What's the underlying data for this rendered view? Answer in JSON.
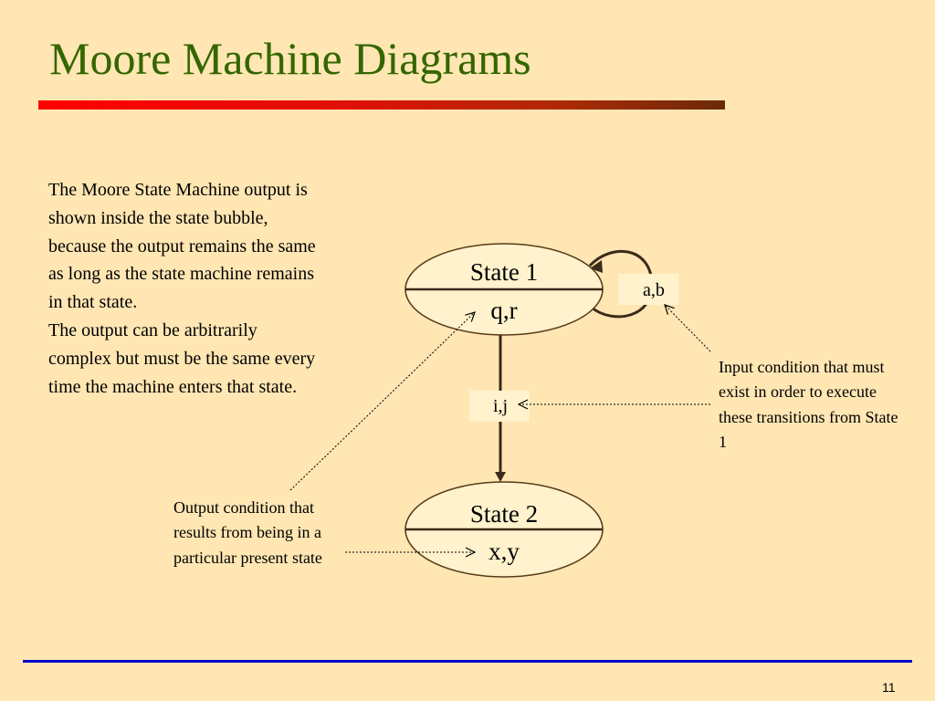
{
  "slide": {
    "title": "Moore Machine Diagrams",
    "page_number": "11"
  },
  "body_text": {
    "paragraph_1": "The Moore State Machine output is shown inside the state bubble, because the output remains the same as long as the state machine remains in that state.",
    "paragraph_2": "The output can be arbitrarily complex but must be the same every time the machine enters that state."
  },
  "diagram": {
    "states": [
      {
        "name": "State 1",
        "output": "q,r"
      },
      {
        "name": "State 2",
        "output": "x,y"
      }
    ],
    "transitions": [
      {
        "from": "State 1",
        "to": "State 1",
        "label": "a,b"
      },
      {
        "from": "State 1",
        "to": "State 2",
        "label": "i,j"
      }
    ]
  },
  "annotations": {
    "output_condition": "Output condition that results from being in a particular present state",
    "input_condition": "Input condition that must exist in order to execute these transitions from State 1"
  },
  "colors": {
    "background": "#FFE6B3",
    "title": "#336600",
    "state_fill": "#FFF2CC",
    "footer_line": "#0000CC"
  }
}
